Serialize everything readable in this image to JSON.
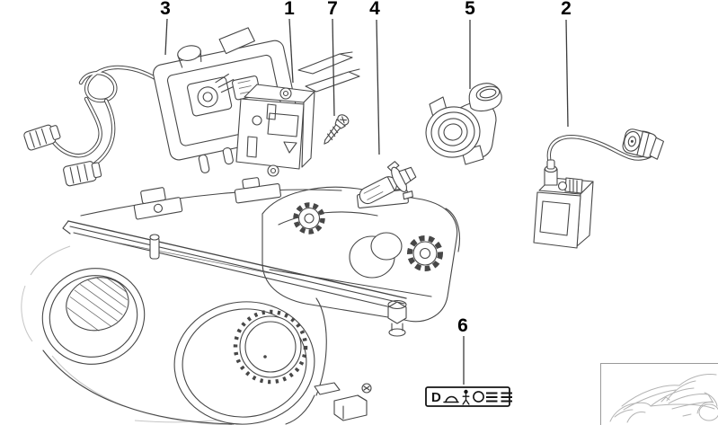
{
  "callouts": {
    "c1": {
      "label": "1"
    },
    "c2": {
      "label": "2"
    },
    "c3": {
      "label": "3"
    },
    "c4": {
      "label": "4"
    },
    "c5": {
      "label": "5"
    },
    "c6": {
      "label": "6"
    },
    "c7": {
      "label": "7"
    }
  },
  "label_plate": {
    "letter": "D",
    "icons": [
      "speed-hump-icon",
      "pedestrian-icon",
      "circle-icon",
      "triple-bar-icon",
      "triple-bar-icon"
    ]
  },
  "thumbnail": {
    "icon": "car-silhouette-icon"
  },
  "colors": {
    "background": "#ffffff",
    "line": "#474747",
    "faint_line": "#c6c6c6",
    "callout_text": "#000000",
    "plate_border": "#141414",
    "thumb_border": "#9a9a9a",
    "car_outline": "#b4b4b4"
  }
}
